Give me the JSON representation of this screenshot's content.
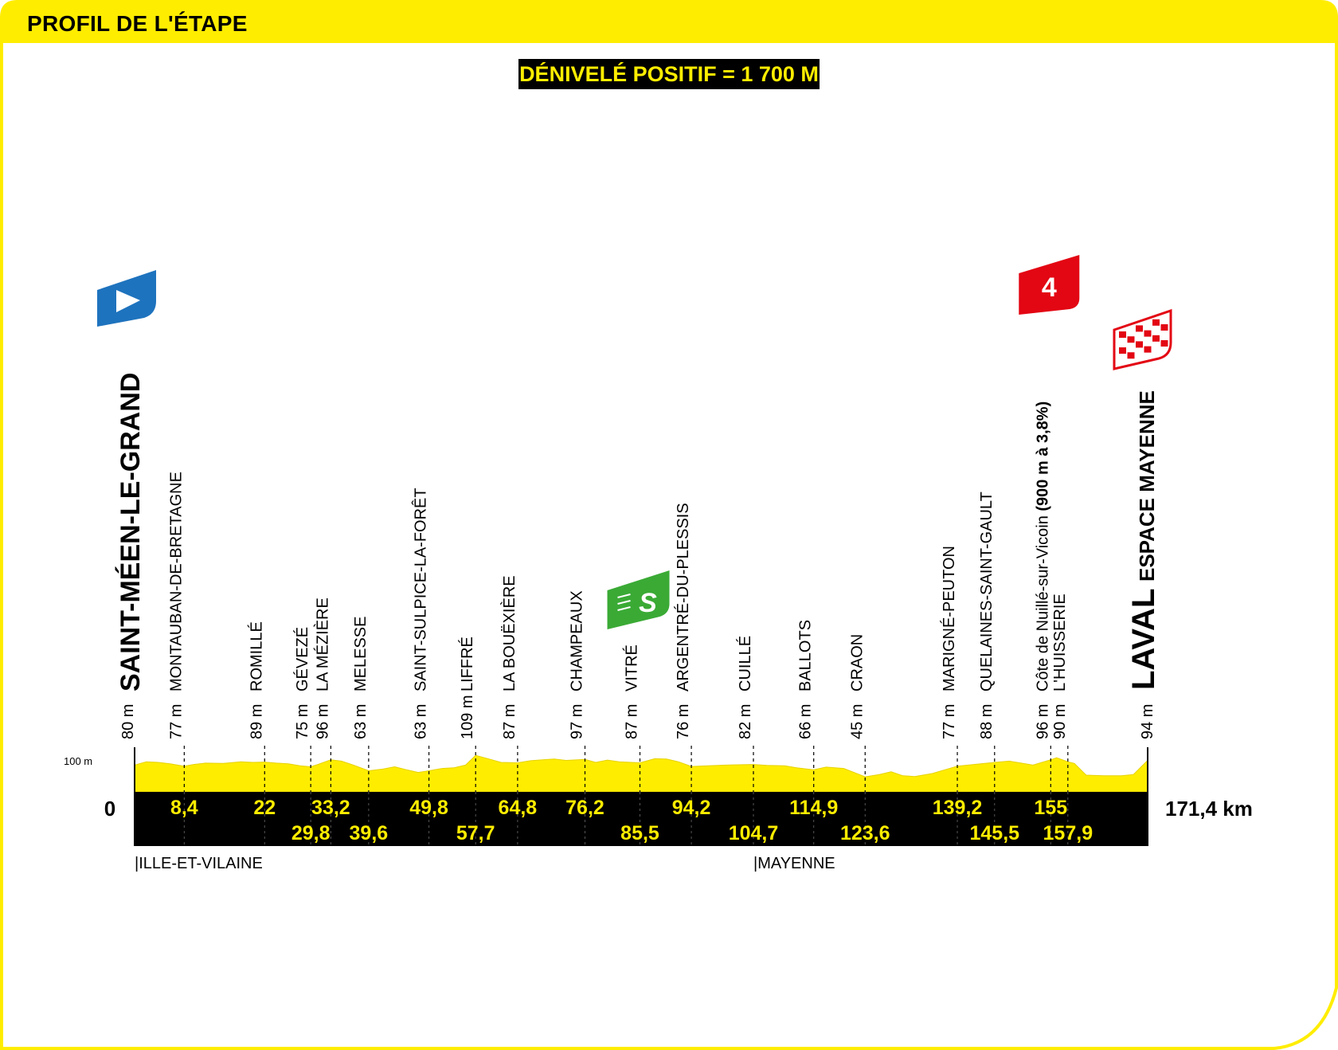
{
  "header": {
    "title": "PROFIL DE L'ÉTAPE"
  },
  "elevation_gain": "DÉNIVELÉ POSITIF = 1 700 M",
  "colors": {
    "yellow": "#ffed00",
    "black": "#000000",
    "start_blue": "#1e73be",
    "sprint_green": "#3aaa35",
    "climb_red": "#e30613"
  },
  "icons": {
    "start": "start-flag-icon",
    "sprint": "sprint-flag-icon",
    "climb": "climb-cat4-flag-icon",
    "finish": "finish-checkered-flag-icon"
  },
  "chart_data": {
    "type": "area",
    "xlim": [
      0,
      171.4
    ],
    "x_unit": "km",
    "km_start_label": "0",
    "km_end_label": "171,4 km",
    "scale_label": "100 m",
    "start": {
      "name": "SAINT-MÉEN-LE-GRAND",
      "altitude": "80 m",
      "km": 0
    },
    "finish": {
      "name": "LAVAL",
      "subtitle": "ESPACE MAYENNE",
      "altitude": "94 m",
      "km": 171.4
    },
    "waypoints": [
      {
        "km": 8.4,
        "km_label": "8,4",
        "altitude": "77 m",
        "name": "MONTAUBAN-DE-BRETAGNE",
        "row": 0
      },
      {
        "km": 22,
        "km_label": "22",
        "altitude": "89 m",
        "name": "ROMILLÉ",
        "row": 0
      },
      {
        "km": 29.8,
        "km_label": "29,8",
        "altitude": "75 m",
        "name": "GÉVEZÉ",
        "row": 1
      },
      {
        "km": 33.2,
        "km_label": "33,2",
        "altitude": "96 m",
        "name": "LA MÉZIÈRE",
        "row": 0
      },
      {
        "km": 39.6,
        "km_label": "39,6",
        "altitude": "63 m",
        "name": "MELESSE",
        "row": 1
      },
      {
        "km": 49.8,
        "km_label": "49,8",
        "altitude": "63 m",
        "name": "SAINT-SULPICE-LA-FORÊT",
        "row": 0
      },
      {
        "km": 57.7,
        "km_label": "57,7",
        "altitude": "109 m",
        "name": "LIFFRÉ",
        "row": 1
      },
      {
        "km": 64.8,
        "km_label": "64,8",
        "altitude": "87 m",
        "name": "LA BOUËXIÈRE",
        "row": 0
      },
      {
        "km": 76.2,
        "km_label": "76,2",
        "altitude": "97 m",
        "name": "CHAMPEAUX",
        "row": 0
      },
      {
        "km": 85.5,
        "km_label": "85,5",
        "altitude": "87 m",
        "name": "VITRÉ",
        "row": 1
      },
      {
        "km": 94.2,
        "km_label": "94,2",
        "altitude": "76 m",
        "name": "ARGENTRÉ-DU-PLESSIS",
        "row": 0
      },
      {
        "km": 104.7,
        "km_label": "104,7",
        "altitude": "82 m",
        "name": "CUILLÉ",
        "row": 1
      },
      {
        "km": 114.9,
        "km_label": "114,9",
        "altitude": "66 m",
        "name": "BALLOTS",
        "row": 0
      },
      {
        "km": 123.6,
        "km_label": "123,6",
        "altitude": "45 m",
        "name": "CRAON",
        "row": 1
      },
      {
        "km": 139.2,
        "km_label": "139,2",
        "altitude": "77 m",
        "name": "MARIGNÉ-PEUTON",
        "row": 0
      },
      {
        "km": 145.5,
        "km_label": "145,5",
        "altitude": "88 m",
        "name": "QUELAINES-SAINT-GAULT",
        "row": 1
      },
      {
        "km": 155,
        "km_label": "155",
        "altitude": "96 m",
        "name": "Côte de Nuillé-sur-Vicoin",
        "detail": "(900 m à 3,8%)",
        "row": 0
      },
      {
        "km": 157.9,
        "km_label": "157,9",
        "altitude": "90 m",
        "name": "L'HUISSERIE",
        "row": 1
      }
    ],
    "sprint": {
      "km": 85.5,
      "label": "S"
    },
    "climb": {
      "km": 155,
      "category": "4"
    },
    "profile": {
      "km": [
        0,
        2,
        4,
        6,
        8.4,
        10,
        12,
        15,
        18,
        20,
        22,
        24,
        26,
        28,
        29.8,
        31,
        33.2,
        35,
        37,
        39.6,
        42,
        44,
        46,
        48,
        49.8,
        52,
        54,
        56,
        57.7,
        60,
        62,
        64.8,
        67,
        69,
        71,
        73,
        76.2,
        78,
        80,
        82,
        85.5,
        88,
        90,
        92,
        94.2,
        97,
        100,
        102,
        104.7,
        107,
        110,
        112,
        114.9,
        117,
        120,
        123.6,
        126,
        128,
        130,
        132,
        135,
        139.2,
        142,
        145.5,
        148,
        150,
        152,
        155,
        156,
        157.9,
        159,
        161,
        164,
        167,
        169,
        171.4
      ],
      "alt_m": [
        80,
        90,
        88,
        84,
        77,
        82,
        86,
        85,
        90,
        88,
        89,
        86,
        84,
        78,
        75,
        82,
        96,
        92,
        80,
        63,
        68,
        75,
        66,
        58,
        63,
        70,
        72,
        80,
        109,
        98,
        88,
        87,
        93,
        96,
        98,
        94,
        97,
        88,
        95,
        90,
        87,
        99,
        98,
        90,
        76,
        78,
        80,
        81,
        82,
        79,
        78,
        72,
        66,
        74,
        70,
        45,
        52,
        60,
        48,
        46,
        55,
        77,
        82,
        88,
        92,
        86,
        80,
        96,
        102,
        90,
        85,
        50,
        48,
        48,
        52,
        94
      ]
    },
    "departments": [
      {
        "name": "ILLE-ET-VILAINE",
        "km": 0
      },
      {
        "name": "MAYENNE",
        "km": 104.7
      }
    ]
  }
}
